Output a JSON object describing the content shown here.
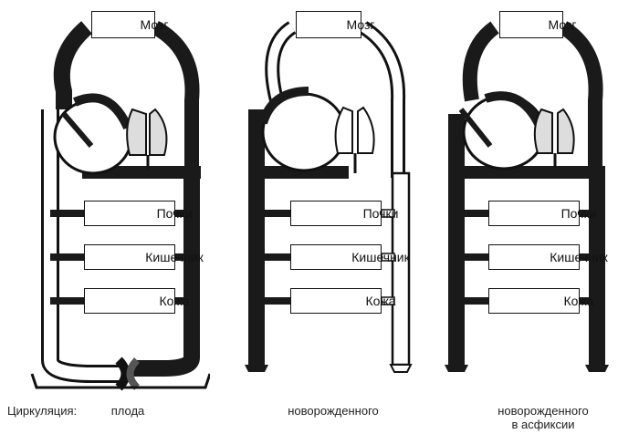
{
  "captions": {
    "prefix": "Циркуляция:",
    "fetus": "плода",
    "newborn": "новорожденного",
    "asphyxia_line1": "новорожденного",
    "asphyxia_line2": "в асфиксии"
  },
  "diagrams": [
    {
      "brain": "Мозг",
      "kidneys": "Почки",
      "intestine": "Кишечник",
      "skin": "Кожа"
    },
    {
      "brain": "Мозг",
      "kidneys": "Почки",
      "intestine": "Кишечник",
      "skin": "Кожа"
    },
    {
      "brain": "Мозг",
      "kidneys": "Почки",
      "intestine": "Кишечник",
      "skin": "Кожа"
    }
  ]
}
